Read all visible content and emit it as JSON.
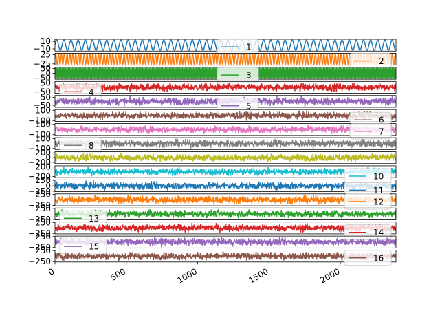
{
  "chart_data": {
    "type": "line",
    "title": "",
    "xlabel": "",
    "ylabel": "",
    "grid": false,
    "x": {
      "min": 0,
      "max": 2390,
      "ticks": [
        0,
        500,
        1000,
        1500,
        2000
      ],
      "tick_labels": [
        "0",
        "500",
        "1000",
        "1500",
        "2000"
      ],
      "tick_label_rotation_deg": 30
    },
    "n_points": 2390,
    "subplots": [
      {
        "name": "1",
        "color": "#1f77b4",
        "kind": "sine",
        "period": 50,
        "amp": 14,
        "ylim": [
          -16,
          16
        ],
        "ytick_values": [
          10,
          -10
        ],
        "ytick_labels": [
          "10",
          "−10"
        ],
        "legend": "lower-center"
      },
      {
        "name": "2",
        "color": "#ff7f0e",
        "kind": "sine",
        "period": 20,
        "amp": 28,
        "ylim": [
          -32,
          32
        ],
        "ytick_values": [
          25,
          -25
        ],
        "ytick_labels": [
          "25",
          "−25"
        ],
        "legend": "lower-right"
      },
      {
        "name": "3",
        "color": "#2ca02c",
        "kind": "sine",
        "period": 10,
        "amp": 55,
        "ylim": [
          -62,
          62
        ],
        "ytick_values": [
          50,
          0,
          -50
        ],
        "ytick_labels": [
          "50",
          "0",
          "−50"
        ],
        "legend": "lower-center"
      },
      {
        "name": "4",
        "color": "#d62728",
        "kind": "noise",
        "amp": 60,
        "ylim": [
          -65,
          65
        ],
        "ytick_values": [
          50,
          -50
        ],
        "ytick_labels": [
          "50",
          "−50"
        ],
        "legend": "upper-left"
      },
      {
        "name": "5",
        "color": "#9467bd",
        "kind": "noise",
        "amp": 70,
        "ylim": [
          -75,
          75
        ],
        "ytick_values": [
          50,
          -50
        ],
        "ytick_labels": [
          "50",
          "−50"
        ],
        "legend": "upper-center"
      },
      {
        "name": "6",
        "color": "#8c564b",
        "kind": "noise",
        "amp": 100,
        "ylim": [
          -115,
          115
        ],
        "ytick_values": [
          100,
          -100
        ],
        "ytick_labels": [
          "100",
          "−100"
        ],
        "legend": "upper-right"
      },
      {
        "name": "7",
        "color": "#e377c2",
        "kind": "noise",
        "amp": 100,
        "ylim": [
          -115,
          115
        ],
        "ytick_values": [
          100,
          -100
        ],
        "ytick_labels": [
          "100",
          "−100"
        ],
        "legend": "lower-right"
      },
      {
        "name": "8",
        "color": "#7f7f7f",
        "kind": "noise",
        "amp": 110,
        "ylim": [
          -120,
          120
        ],
        "ytick_values": [
          100,
          -100
        ],
        "ytick_labels": [
          "100",
          "−100"
        ],
        "legend": "lower-left"
      },
      {
        "name": "9",
        "color": "#bcbd22",
        "kind": "noise",
        "amp": 220,
        "ylim": [
          -250,
          250
        ],
        "ytick_values": [
          200,
          0,
          -200
        ],
        "ytick_labels": [
          "200",
          "0",
          "−200"
        ],
        "legend": "none"
      },
      {
        "name": "10",
        "color": "#17becf",
        "kind": "noise",
        "amp": 220,
        "ylim": [
          -250,
          250
        ],
        "ytick_values": [
          200,
          -200
        ],
        "ytick_labels": [
          "200",
          "−200"
        ],
        "legend": "upper-right"
      },
      {
        "name": "11",
        "color": "#1f77b4",
        "kind": "noise",
        "amp": 240,
        "ylim": [
          -270,
          270
        ],
        "ytick_values": [
          250,
          0,
          -250
        ],
        "ytick_labels": [
          "250",
          "0",
          "−250"
        ],
        "legend": "upper-right"
      },
      {
        "name": "12",
        "color": "#ff7f0e",
        "kind": "noise",
        "amp": 240,
        "ylim": [
          -270,
          270
        ],
        "ytick_values": [
          250,
          -250
        ],
        "ytick_labels": [
          "250",
          "−250"
        ],
        "legend": "lower-right"
      },
      {
        "name": "13",
        "color": "#2ca02c",
        "kind": "noise",
        "amp": 240,
        "ylim": [
          -270,
          270
        ],
        "ytick_values": [
          250,
          -250
        ],
        "ytick_labels": [
          "250",
          "−250"
        ],
        "legend": "upper-left"
      },
      {
        "name": "14",
        "color": "#d62728",
        "kind": "noise",
        "amp": 240,
        "ylim": [
          -270,
          270
        ],
        "ytick_values": [
          250,
          -250
        ],
        "ytick_labels": [
          "250",
          "−250"
        ],
        "legend": "upper-right"
      },
      {
        "name": "15",
        "color": "#9467bd",
        "kind": "noise",
        "amp": 240,
        "ylim": [
          -270,
          270
        ],
        "ytick_values": [
          250,
          -250
        ],
        "ytick_labels": [
          "250",
          "−250"
        ],
        "legend": "upper-left"
      },
      {
        "name": "16",
        "color": "#8c564b",
        "kind": "noise",
        "amp": 240,
        "ylim": [
          -270,
          270
        ],
        "ytick_values": [
          250,
          -250
        ],
        "ytick_labels": [
          "250",
          "−250"
        ],
        "legend": "lower-right"
      }
    ]
  }
}
